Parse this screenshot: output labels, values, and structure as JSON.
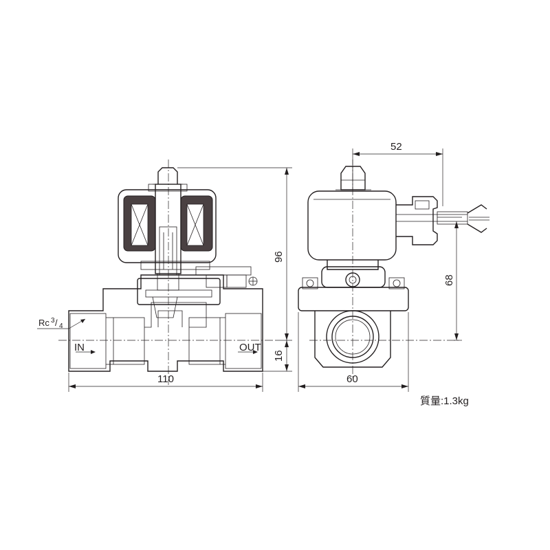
{
  "labels": {
    "inlet": "IN",
    "outlet": "OUT",
    "port_thread_prefix": "Rc",
    "port_thread_num": "3",
    "port_thread_den": "4",
    "mass": "質量:1.3kg"
  },
  "dimensions": {
    "overall_length": "110",
    "overall_height": "96",
    "port_center_height": "16",
    "body_width": "60",
    "coil_to_cable": "52",
    "cable_height": "68"
  }
}
